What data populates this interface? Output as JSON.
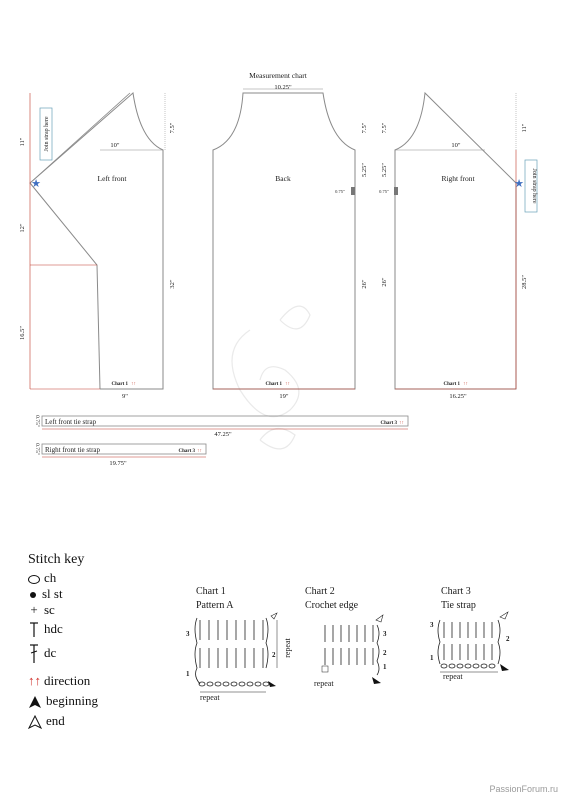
{
  "title": "Measurement chart",
  "colors": {
    "outline": "#8a8a8a",
    "red": "#c0392b",
    "star": "#3f6fc0",
    "chart_red": "#d0302a"
  },
  "pieces": {
    "left_front": {
      "label": "Left front",
      "strap_label": "Join strap here",
      "dims": {
        "top": "10\"",
        "upper": "11\"",
        "mid": "12\"",
        "lower": "16.5\"",
        "shoulder": "7.5\"",
        "side": "32\"",
        "bottom": "9\""
      },
      "chart_tag": "Chart 1"
    },
    "back": {
      "label": "Back",
      "dims": {
        "top": "10.25\"",
        "shoulder": "7.5\"",
        "armhole": "5.25\"",
        "side": "26\"",
        "bottom": "19\"",
        "gap_left": "0.75\"",
        "gap_right": "0.75\""
      },
      "chart_tag": "Chart 1"
    },
    "right_front": {
      "label": "Right front",
      "strap_label": "Join strap here",
      "dims": {
        "top": "10\"",
        "upper": "11\"",
        "shoulder": "7.5\"",
        "armhole": "5.25\"",
        "side": "26\"",
        "long_side": "28.5\"",
        "bottom": "16.25\""
      },
      "chart_tag": "Chart 1"
    },
    "left_strap": {
      "label": "Left front tie strap",
      "length": "47.25\"",
      "width": "0.75\"",
      "chart_tag": "Chart 3"
    },
    "right_strap": {
      "label": "Right front tie strap",
      "length": "19.75\"",
      "width": "0.75\"",
      "chart_tag": "Chart 3"
    }
  },
  "stitch_key": {
    "title": "Stitch key",
    "items": [
      {
        "icon": "chain-icon",
        "label": "ch"
      },
      {
        "icon": "slip-stitch-icon",
        "label": "sl st"
      },
      {
        "icon": "single-crochet-icon",
        "label": "sc"
      },
      {
        "icon": "half-double-crochet-icon",
        "label": "hdc"
      },
      {
        "icon": "double-crochet-icon",
        "label": "dc"
      },
      {
        "icon": "direction-arrows-icon",
        "label": "direction"
      },
      {
        "icon": "beginning-arrow-icon",
        "label": "beginning"
      },
      {
        "icon": "end-arrow-icon",
        "label": "end"
      }
    ]
  },
  "stitch_charts": [
    {
      "title": "Chart 1",
      "subtitle": "Pattern A",
      "repeat_label": "repeat",
      "side_label": "repeat",
      "rows": [
        "1",
        "2",
        "3"
      ]
    },
    {
      "title": "Chart 2",
      "subtitle": "Crochet edge",
      "repeat_label": "repeat",
      "rows": [
        "1",
        "2",
        "3"
      ]
    },
    {
      "title": "Chart 3",
      "subtitle": "Tie strap",
      "repeat_label": "repeat",
      "rows": [
        "1",
        "2",
        "3"
      ]
    }
  ],
  "watermark": "PassionForum.ru"
}
